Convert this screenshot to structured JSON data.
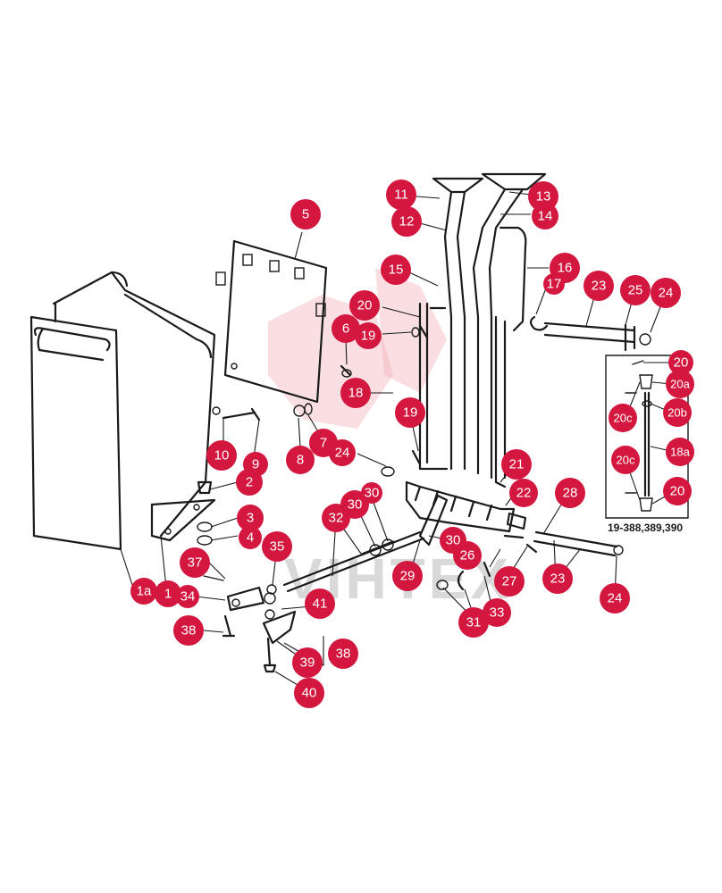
{
  "watermark": "VIHTEX",
  "inset_reference": "19-388,389,390",
  "callouts": [
    {
      "id": "c-1a",
      "label": "1a"
    },
    {
      "id": "c-1",
      "label": "1"
    },
    {
      "id": "c-2",
      "label": "2"
    },
    {
      "id": "c-3",
      "label": "3"
    },
    {
      "id": "c-4",
      "label": "4"
    },
    {
      "id": "c-5",
      "label": "5"
    },
    {
      "id": "c-6",
      "label": "6"
    },
    {
      "id": "c-7",
      "label": "7"
    },
    {
      "id": "c-8",
      "label": "8"
    },
    {
      "id": "c-9",
      "label": "9"
    },
    {
      "id": "c-10",
      "label": "10"
    },
    {
      "id": "c-11",
      "label": "11"
    },
    {
      "id": "c-12",
      "label": "12"
    },
    {
      "id": "c-13",
      "label": "13"
    },
    {
      "id": "c-14",
      "label": "14"
    },
    {
      "id": "c-15",
      "label": "15"
    },
    {
      "id": "c-16",
      "label": "16"
    },
    {
      "id": "c-17",
      "label": "17"
    },
    {
      "id": "c-18",
      "label": "18"
    },
    {
      "id": "c-19a",
      "label": "19"
    },
    {
      "id": "c-19b",
      "label": "19"
    },
    {
      "id": "c-20a-main",
      "label": "20"
    },
    {
      "id": "c-20-inset-top",
      "label": "20"
    },
    {
      "id": "c-20a",
      "label": "20a"
    },
    {
      "id": "c-20b",
      "label": "20b"
    },
    {
      "id": "c-20c-top",
      "label": "20c"
    },
    {
      "id": "c-20c-bot",
      "label": "20c"
    },
    {
      "id": "c-18a",
      "label": "18a"
    },
    {
      "id": "c-20-inset-bot",
      "label": "20"
    },
    {
      "id": "c-21",
      "label": "21"
    },
    {
      "id": "c-22",
      "label": "22"
    },
    {
      "id": "c-23a",
      "label": "23"
    },
    {
      "id": "c-23b",
      "label": "23"
    },
    {
      "id": "c-24a",
      "label": "24"
    },
    {
      "id": "c-24b",
      "label": "24"
    },
    {
      "id": "c-24c",
      "label": "24"
    },
    {
      "id": "c-25",
      "label": "25"
    },
    {
      "id": "c-26",
      "label": "26"
    },
    {
      "id": "c-27",
      "label": "27"
    },
    {
      "id": "c-28",
      "label": "28"
    },
    {
      "id": "c-29",
      "label": "29"
    },
    {
      "id": "c-30a",
      "label": "30"
    },
    {
      "id": "c-30b",
      "label": "30"
    },
    {
      "id": "c-30c",
      "label": "30"
    },
    {
      "id": "c-31",
      "label": "31"
    },
    {
      "id": "c-32",
      "label": "32"
    },
    {
      "id": "c-33",
      "label": "33"
    },
    {
      "id": "c-34",
      "label": "34"
    },
    {
      "id": "c-35",
      "label": "35"
    },
    {
      "id": "c-37",
      "label": "37"
    },
    {
      "id": "c-38a",
      "label": "38"
    },
    {
      "id": "c-38b",
      "label": "38"
    },
    {
      "id": "c-39",
      "label": "39"
    },
    {
      "id": "c-40",
      "label": "40"
    },
    {
      "id": "c-41",
      "label": "41"
    }
  ]
}
